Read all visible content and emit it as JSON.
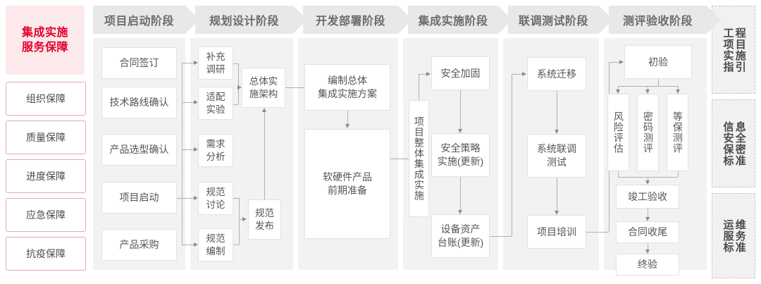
{
  "rail": {
    "title": "集成实施\n服务保障",
    "title_line1": "集成实施",
    "title_line2": "服务保障",
    "items": [
      {
        "label": "组织保障"
      },
      {
        "label": "质量保障"
      },
      {
        "label": "进度保障"
      },
      {
        "label": "应急保障"
      },
      {
        "label": "抗疫保障"
      }
    ]
  },
  "stages": [
    {
      "name": "项目启动阶段"
    },
    {
      "name": "规划设计阶段"
    },
    {
      "name": "开发部署阶段"
    },
    {
      "name": "集成实施阶段"
    },
    {
      "name": "联调测试阶段"
    },
    {
      "name": "测评验收阶段"
    }
  ],
  "nodes": {
    "s1": [
      {
        "label": "合同签订"
      },
      {
        "label": "技术路线确认"
      },
      {
        "label": "产品选型确认"
      },
      {
        "label": "项目启动"
      },
      {
        "label": "产品采购"
      }
    ],
    "s2": [
      {
        "l1": "补充",
        "l2": "调研"
      },
      {
        "l1": "适配",
        "l2": "实验"
      },
      {
        "l1": "需求",
        "l2": "分析"
      },
      {
        "l1": "规范",
        "l2": "讨论"
      },
      {
        "l1": "规范",
        "l2": "编制"
      },
      {
        "l1": "总体实",
        "l2": "施架构"
      },
      {
        "l1": "规范",
        "l2": "发布"
      }
    ],
    "s3": [
      {
        "l1": "编制总体",
        "l2": "集成实施方案"
      },
      {
        "l1": "软硬件产品",
        "l2": "前期准备"
      }
    ],
    "s4": [
      {
        "label": "项目整体集成实施"
      },
      {
        "label": "安全加固"
      },
      {
        "l1": "安全策略",
        "l2": "实施(更新)"
      },
      {
        "l1": "设备资产",
        "l2": "台账(更新)"
      }
    ],
    "s5": [
      {
        "label": "系统迁移"
      },
      {
        "l1": "系统联调",
        "l2": "测试"
      },
      {
        "label": "项目培训"
      }
    ],
    "s6": [
      {
        "label": "初验"
      },
      {
        "label": "风险评估"
      },
      {
        "label": "密码测评"
      },
      {
        "label": "等保测评"
      },
      {
        "label": "竣工验收"
      },
      {
        "label": "合同收尾"
      },
      {
        "label": "终验"
      }
    ]
  },
  "legend": [
    {
      "col_right": "程目施引",
      "col_left": "工项实指",
      "full": "工程项目实施指引"
    },
    {
      "col_right": "息全密准",
      "col_left": "信安保标",
      "full": "信息安全保密标准"
    },
    {
      "col_right": "维务准",
      "col_left": "运服标",
      "full": "运维服务标准"
    }
  ],
  "colors": {
    "brand": "#e2002a",
    "brand_bg": "#fce9ec",
    "brand_border": "#e8a6b4",
    "stage_bg": "#f2f2f2",
    "stage_head_bg": "#e8e8e8",
    "node_border": "#e2e2e2",
    "connector": "#b0b0b0"
  }
}
